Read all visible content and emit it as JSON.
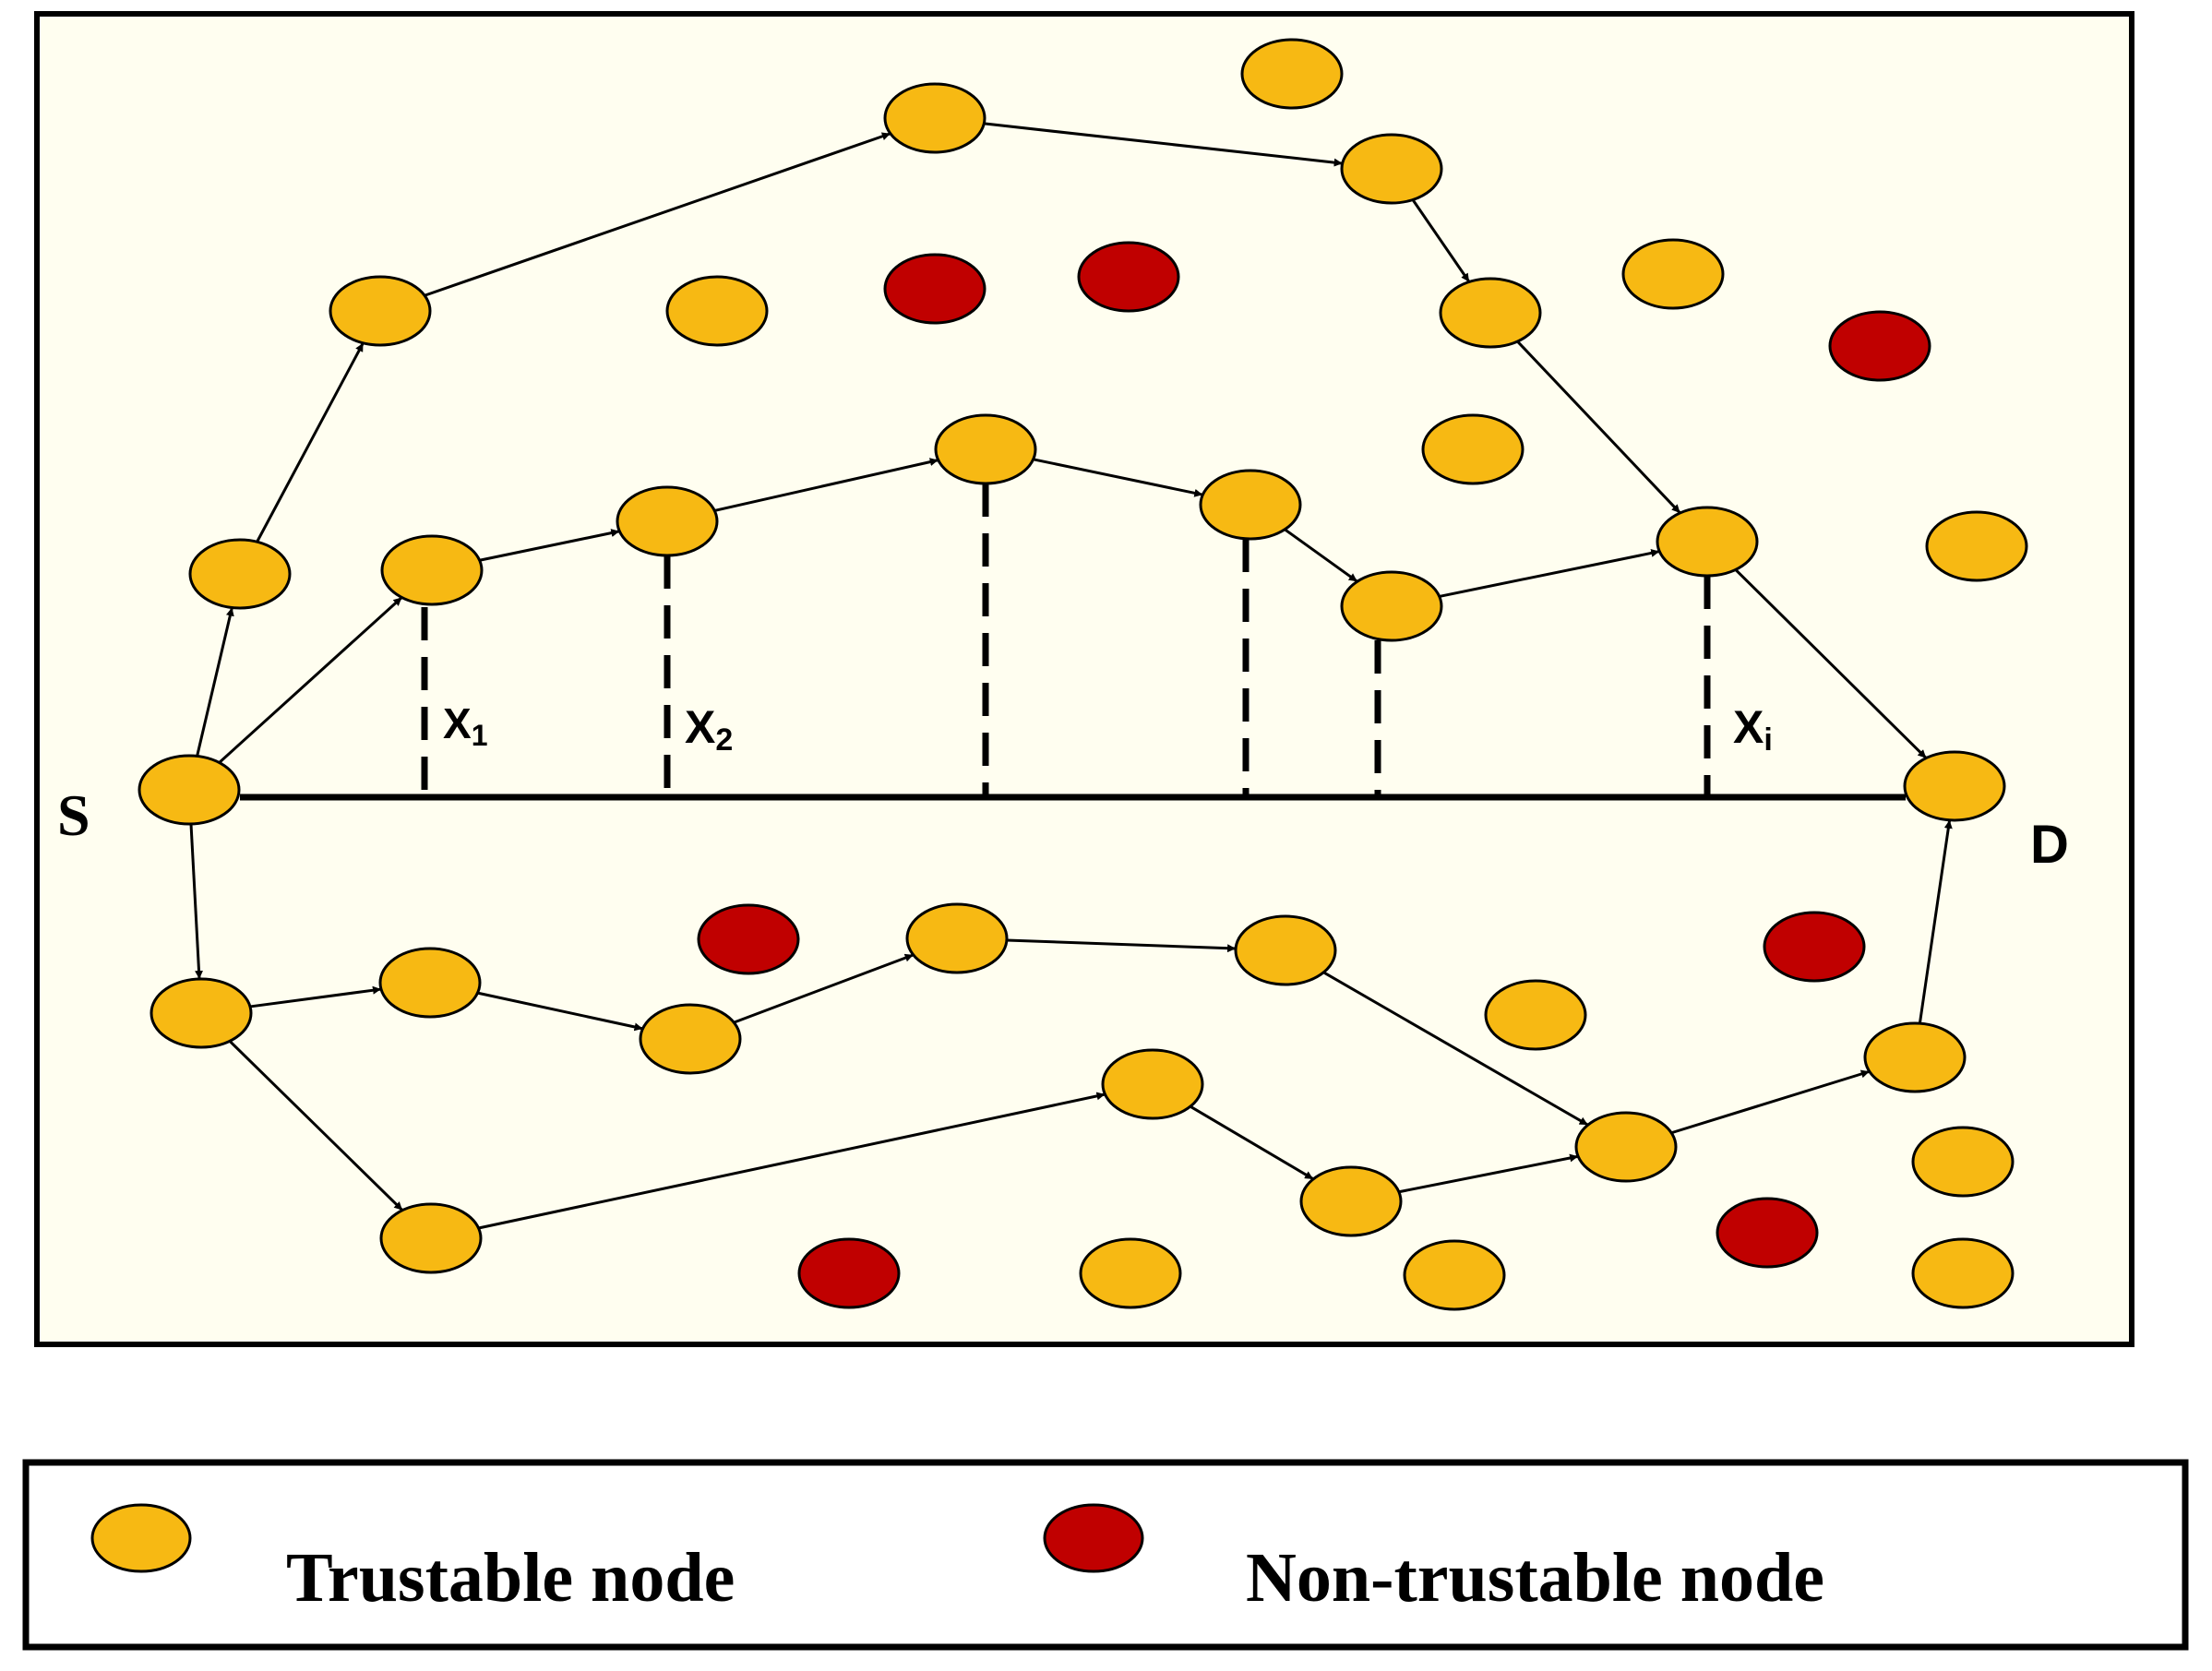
{
  "labels": {
    "source": "S",
    "destination": "D",
    "x1": "X",
    "x1_sub": "1",
    "x2": "X",
    "x2_sub": "2",
    "xi": "X",
    "xi_sub": "i"
  },
  "legend": {
    "trustable_label": "Trustable node",
    "non_trustable_label": "Non-trustable node"
  },
  "colors": {
    "trustable_node": "#F7B913",
    "non_trustable_node": "#C00000",
    "background": "#FFFEF0",
    "stroke": "#000000"
  },
  "nodes": [
    {
      "id": "S",
      "type": "trustable"
    },
    {
      "id": "D",
      "type": "trustable"
    },
    {
      "id": "u1",
      "type": "trustable"
    },
    {
      "id": "u2",
      "type": "trustable"
    },
    {
      "id": "u3",
      "type": "trustable"
    },
    {
      "id": "u4",
      "type": "trustable"
    },
    {
      "id": "u5",
      "type": "trustable"
    },
    {
      "id": "u6",
      "type": "trustable"
    },
    {
      "id": "m1",
      "type": "trustable"
    },
    {
      "id": "m2",
      "type": "trustable"
    },
    {
      "id": "m3",
      "type": "trustable"
    },
    {
      "id": "m4",
      "type": "trustable"
    },
    {
      "id": "m5",
      "type": "trustable"
    },
    {
      "id": "m6",
      "type": "trustable"
    },
    {
      "id": "l1",
      "type": "trustable"
    },
    {
      "id": "l2",
      "type": "trustable"
    },
    {
      "id": "l3",
      "type": "trustable"
    },
    {
      "id": "l4",
      "type": "trustable"
    },
    {
      "id": "l5",
      "type": "trustable"
    },
    {
      "id": "l6",
      "type": "trustable"
    },
    {
      "id": "l7",
      "type": "trustable"
    },
    {
      "id": "b1",
      "type": "trustable"
    },
    {
      "id": "b2",
      "type": "trustable"
    },
    {
      "id": "b3",
      "type": "trustable"
    },
    {
      "id": "t1",
      "type": "trustable"
    },
    {
      "id": "t2",
      "type": "trustable"
    },
    {
      "id": "t3",
      "type": "trustable"
    },
    {
      "id": "t4",
      "type": "trustable"
    },
    {
      "id": "t5",
      "type": "trustable"
    },
    {
      "id": "t6",
      "type": "trustable"
    },
    {
      "id": "t7",
      "type": "trustable"
    },
    {
      "id": "t8",
      "type": "trustable"
    },
    {
      "id": "t9",
      "type": "trustable"
    },
    {
      "id": "t10",
      "type": "trustable"
    },
    {
      "id": "r1",
      "type": "non_trustable"
    },
    {
      "id": "r2",
      "type": "non_trustable"
    },
    {
      "id": "r3",
      "type": "non_trustable"
    },
    {
      "id": "r4",
      "type": "non_trustable"
    },
    {
      "id": "r5",
      "type": "non_trustable"
    },
    {
      "id": "r6",
      "type": "non_trustable"
    },
    {
      "id": "r7",
      "type": "non_trustable"
    }
  ],
  "edges": [
    [
      "S",
      "u1"
    ],
    [
      "u1",
      "u2"
    ],
    [
      "u2",
      "u3"
    ],
    [
      "u3",
      "u4"
    ],
    [
      "u4",
      "u5"
    ],
    [
      "u5",
      "u6"
    ],
    [
      "u6",
      "D"
    ],
    [
      "S",
      "m1"
    ],
    [
      "m1",
      "m2"
    ],
    [
      "m2",
      "m3"
    ],
    [
      "m3",
      "m4"
    ],
    [
      "m4",
      "m5"
    ],
    [
      "m5",
      "m6"
    ],
    [
      "S",
      "l1"
    ],
    [
      "l1",
      "l2"
    ],
    [
      "l2",
      "l3"
    ],
    [
      "l3",
      "l4"
    ],
    [
      "l4",
      "l5"
    ],
    [
      "l5",
      "l6"
    ],
    [
      "l6",
      "l7"
    ],
    [
      "l7",
      "D"
    ],
    [
      "l1",
      "b1"
    ],
    [
      "b1",
      "b2"
    ],
    [
      "b2",
      "b3"
    ],
    [
      "b3",
      "l6"
    ]
  ]
}
